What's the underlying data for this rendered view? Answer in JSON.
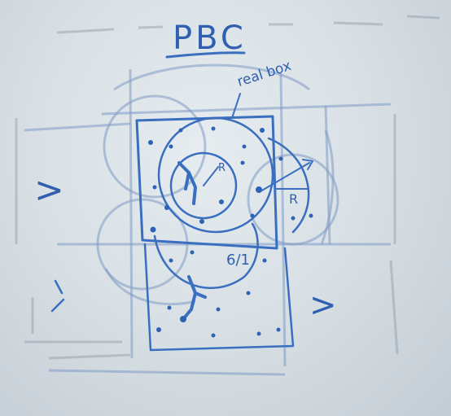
{
  "board": {
    "title": "PBC",
    "annotation_box": "real box",
    "radius_labels": [
      "R",
      "R"
    ],
    "ratio_note": "6/1",
    "marker_left": ">",
    "marker_right": ">",
    "ink_color": "#3a6fc0",
    "surface_color": "#dde4e8"
  }
}
